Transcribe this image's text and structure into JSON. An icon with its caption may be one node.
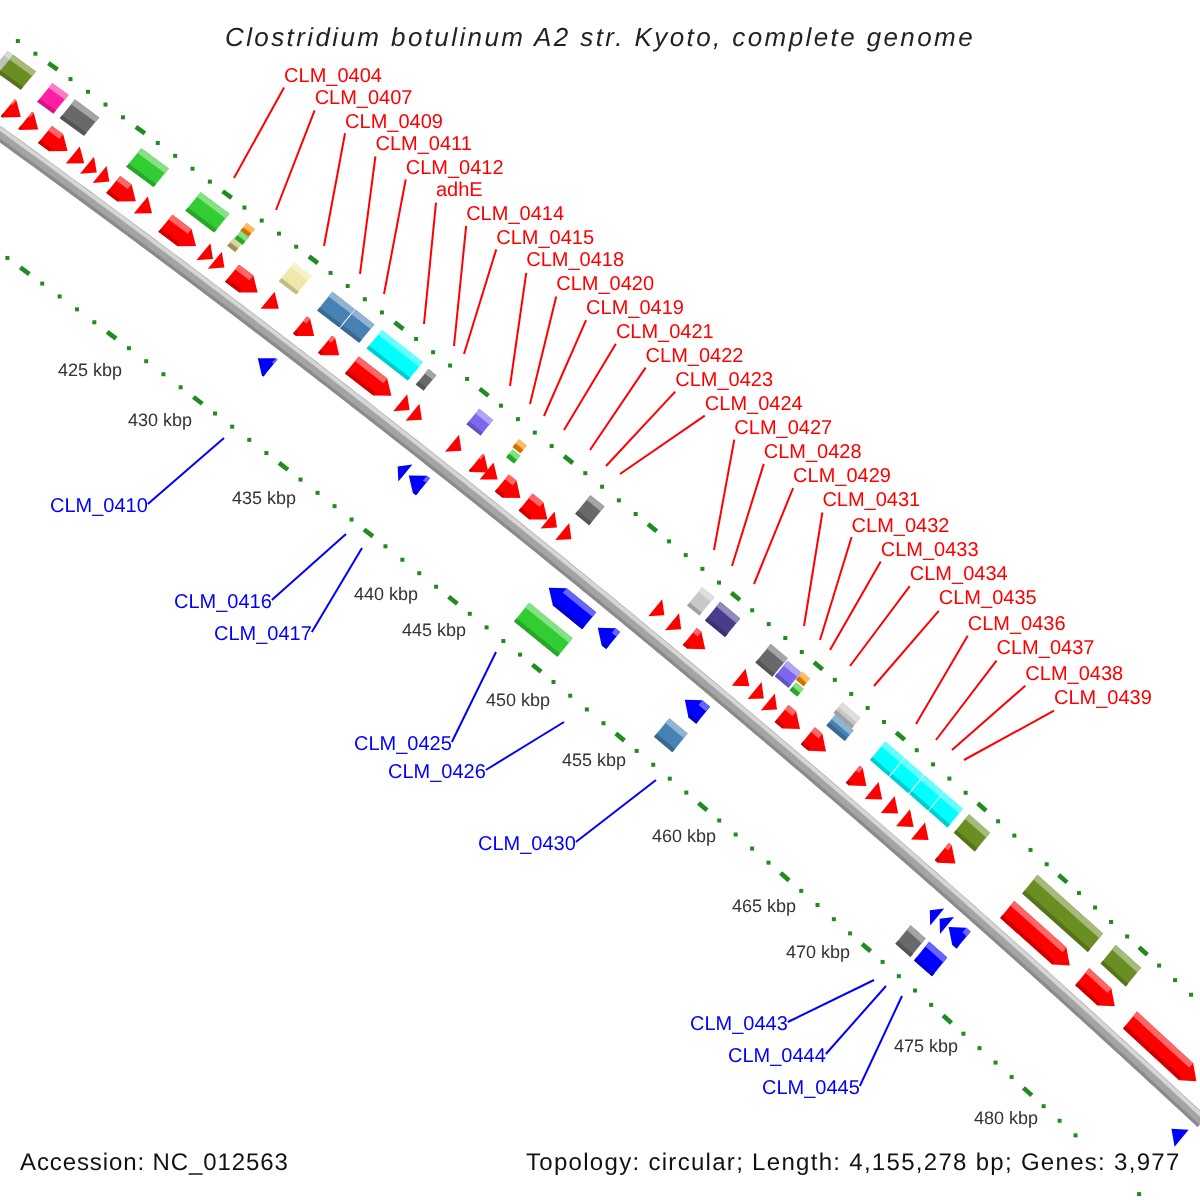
{
  "diagram": {
    "title": "Clostridium botulinum A2 str. Kyoto, complete genome",
    "nodes": [
      {
        "text": [
          "CLM_0404"
        ]
      },
      {
        "text": [
          "CLM_0407"
        ]
      },
      {
        "text": [
          "CLM_0409"
        ]
      },
      {
        "text": [
          "CLM_0411"
        ]
      },
      {
        "text": [
          "CLM_0412"
        ]
      },
      {
        "text": [
          "adhE"
        ]
      },
      {
        "text": [
          "CLM_0414"
        ]
      },
      {
        "text": [
          "CLM_0415"
        ]
      },
      {
        "text": [
          "CLM_0418"
        ]
      },
      {
        "text": [
          "CLM_0420"
        ]
      },
      {
        "text": [
          "CLM_0419"
        ]
      },
      {
        "text": [
          "CLM_0421"
        ]
      },
      {
        "text": [
          "CLM_0422"
        ]
      },
      {
        "text": [
          "CLM_0423"
        ]
      },
      {
        "text": [
          "CLM_0424"
        ]
      },
      {
        "text": [
          "CLM_0427"
        ]
      },
      {
        "text": [
          "CLM_0428"
        ]
      },
      {
        "text": [
          "CLM_0429"
        ]
      },
      {
        "text": [
          "CLM_0431"
        ]
      },
      {
        "text": [
          "CLM_0432"
        ]
      },
      {
        "text": [
          "CLM_0433"
        ]
      },
      {
        "text": [
          "CLM_0434"
        ]
      },
      {
        "text": [
          "CLM_0435"
        ]
      },
      {
        "text": [
          "CLM_0436"
        ]
      },
      {
        "text": [
          "CLM_0437"
        ]
      },
      {
        "text": [
          "CLM_0438"
        ]
      },
      {
        "text": [
          "CLM_0439"
        ]
      },
      {
        "text": [
          "CLM_0410"
        ]
      },
      {
        "text": [
          "CLM_0416"
        ]
      },
      {
        "text": [
          "CLM_0417"
        ]
      },
      {
        "text": [
          "CLM_0425"
        ]
      },
      {
        "text": [
          "CLM_0426"
        ]
      },
      {
        "text": [
          "CLM_0430"
        ]
      },
      {
        "text": [
          "CLM_0443"
        ]
      },
      {
        "text": [
          "CLM_0444"
        ]
      },
      {
        "text": [
          "CLM_0445"
        ]
      }
    ],
    "edges": [
      {
        "from": 0,
        "to": null,
        "arrow": "none"
      },
      {
        "from": 1,
        "to": null,
        "arrow": "none"
      },
      {
        "from": 2,
        "to": null,
        "arrow": "none"
      },
      {
        "from": 3,
        "to": null,
        "arrow": "none"
      },
      {
        "from": 4,
        "to": null,
        "arrow": "none"
      },
      {
        "from": 5,
        "to": null,
        "arrow": "none"
      },
      {
        "from": 6,
        "to": null,
        "arrow": "none"
      },
      {
        "from": 7,
        "to": null,
        "arrow": "none"
      },
      {
        "from": 8,
        "to": null,
        "arrow": "none"
      },
      {
        "from": 9,
        "to": null,
        "arrow": "none"
      },
      {
        "from": 10,
        "to": null,
        "arrow": "none"
      },
      {
        "from": 11,
        "to": null,
        "arrow": "none"
      },
      {
        "from": 12,
        "to": null,
        "arrow": "none"
      },
      {
        "from": 13,
        "to": null,
        "arrow": "none"
      },
      {
        "from": 14,
        "to": null,
        "arrow": "none"
      },
      {
        "from": 15,
        "to": null,
        "arrow": "none"
      },
      {
        "from": 16,
        "to": null,
        "arrow": "none"
      },
      {
        "from": 17,
        "to": null,
        "arrow": "none"
      },
      {
        "from": 18,
        "to": null,
        "arrow": "none"
      },
      {
        "from": 19,
        "to": null,
        "arrow": "none"
      },
      {
        "from": 20,
        "to": null,
        "arrow": "none"
      },
      {
        "from": 21,
        "to": null,
        "arrow": "none"
      },
      {
        "from": 22,
        "to": null,
        "arrow": "none"
      },
      {
        "from": 23,
        "to": null,
        "arrow": "none"
      },
      {
        "from": 24,
        "to": null,
        "arrow": "none"
      },
      {
        "from": 25,
        "to": null,
        "arrow": "none"
      },
      {
        "from": 26,
        "to": null,
        "arrow": "none"
      },
      {
        "from": 27,
        "to": null,
        "arrow": "none",
        "color": "#0000ff"
      },
      {
        "from": 28,
        "to": null,
        "arrow": "none",
        "color": "#0000ff"
      },
      {
        "from": 29,
        "to": null,
        "arrow": "none",
        "color": "#0000ff"
      },
      {
        "from": 30,
        "to": null,
        "arrow": "none",
        "color": "#0000ff"
      },
      {
        "from": 31,
        "to": null,
        "arrow": "none",
        "color": "#0000ff"
      },
      {
        "from": 32,
        "to": null,
        "arrow": "none",
        "color": "#0000ff"
      },
      {
        "from": 33,
        "to": null,
        "arrow": "none",
        "color": "#0000ff"
      },
      {
        "from": 34,
        "to": null,
        "arrow": "none",
        "color": "#0000ff"
      },
      {
        "from": 35,
        "to": null,
        "arrow": "none",
        "color": "#0000ff"
      }
    ],
    "labels": [
      "425 kbp",
      "430 kbp",
      "435 kbp",
      "440 kbp",
      "445 kbp",
      "450 kbp",
      "455 kbp",
      "460 kbp",
      "465 kbp",
      "470 kbp",
      "475 kbp",
      "480 kbp",
      "Accession: NC_012563",
      "Topology: circular; Length: 4,155,278 bp; Genes: 3,977"
    ]
  }
}
